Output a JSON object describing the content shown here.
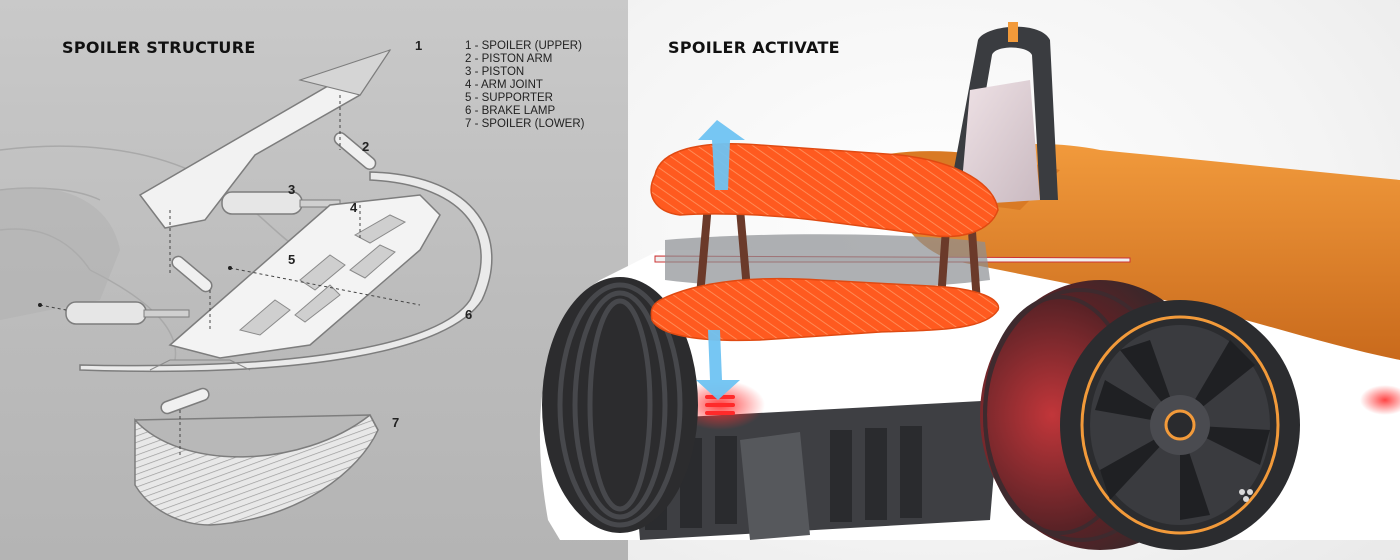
{
  "structure": {
    "title": "SPOILER STRUCTURE",
    "callouts": [
      "1",
      "2",
      "3",
      "4",
      "5",
      "6",
      "7"
    ],
    "legend": [
      "1 - SPOILER (UPPER)",
      "2 - PISTON ARM",
      "3 - PISTON",
      "4 - ARM JOINT",
      "5 - SUPPORTER",
      "6 - BRAKE LAMP",
      "7 - SPOILER (LOWER)"
    ]
  },
  "activate": {
    "title": "SPOILER ACTIVATE"
  },
  "colors": {
    "spoiler_orange": "#ff5a1f",
    "body_orange": "#e58a2c",
    "arrow_blue": "#6fc3f2",
    "brake_red": "#ff2a2a",
    "tire_dark": "#2c2c2e"
  }
}
